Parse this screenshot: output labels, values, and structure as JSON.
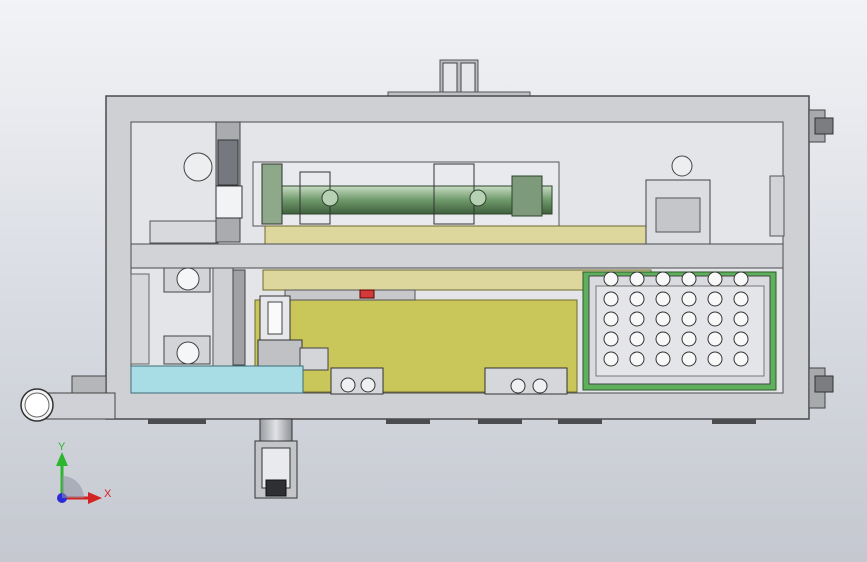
{
  "viewport": {
    "background_top": "#f2f3f6",
    "background_bottom": "#c5c8d0"
  },
  "colors": {
    "frame": "#c8c9cc",
    "frame_dark": "#6e6f72",
    "deck": "#c9c65a",
    "deck_edge": "#8e8b2f",
    "plate": "#ddd79e",
    "rail_green": "#8fb28c",
    "cyan_block": "#a9dde6",
    "tray_green": "#5fb05d",
    "tray_fill": "#d9dbe0"
  },
  "orientation_triad": {
    "y_label": "Y",
    "x_label": "X",
    "y_color": "#2db52d",
    "x_color": "#d22222",
    "z_color": "#2a2ad8"
  },
  "tray": {
    "rows": 5,
    "cols": 6
  }
}
